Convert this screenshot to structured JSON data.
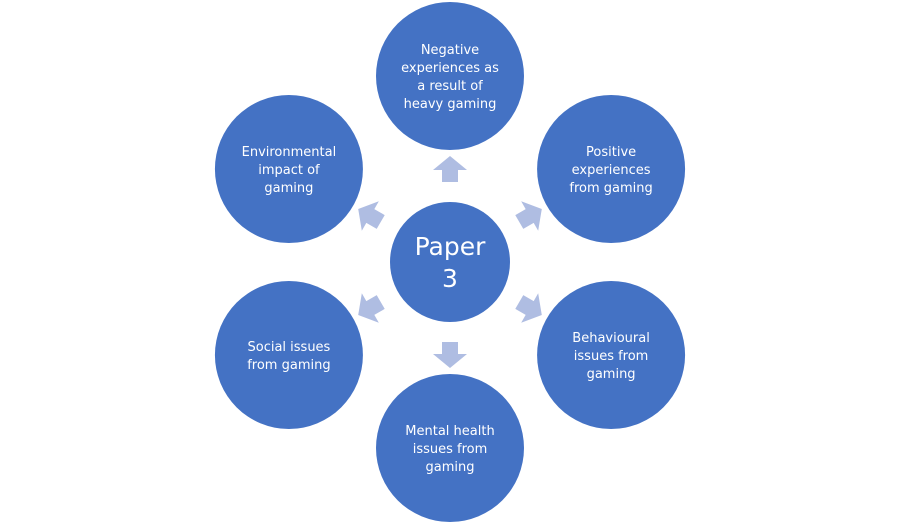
{
  "diagram": {
    "type": "radial-cycle",
    "colors": {
      "node_fill": "#4472C4",
      "arrow_fill": "#AFBDE2",
      "text": "#FFFFFF",
      "background": "#FFFFFF"
    },
    "center": {
      "label_lines": [
        "Paper",
        "3"
      ]
    },
    "nodes": [
      {
        "id": "negative",
        "label_lines": [
          "Negative",
          "experiences as",
          "a result of",
          "heavy gaming"
        ]
      },
      {
        "id": "positive",
        "label_lines": [
          "Positive",
          "experiences",
          "from gaming"
        ]
      },
      {
        "id": "behavioural",
        "label_lines": [
          "Behavioural",
          "issues from",
          "gaming"
        ]
      },
      {
        "id": "mental-health",
        "label_lines": [
          "Mental health",
          "issues from",
          "gaming"
        ]
      },
      {
        "id": "social",
        "label_lines": [
          "Social issues",
          "from gaming"
        ]
      },
      {
        "id": "environmental",
        "label_lines": [
          "Environmental",
          "impact of",
          "gaming"
        ]
      }
    ],
    "arrows_direction": "outward"
  }
}
